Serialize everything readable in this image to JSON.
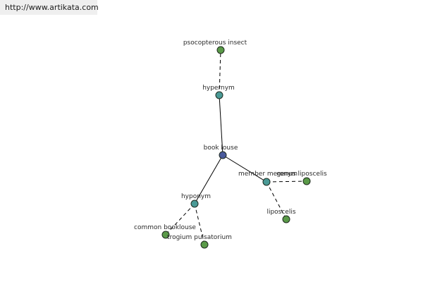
{
  "header": {
    "url": "http://www.artikata.com"
  },
  "colors": {
    "root": "#4a5a9c",
    "relation": "#4a9a96",
    "leaf": "#5a9a48"
  },
  "graph": {
    "nodes": [
      {
        "id": "book-louse",
        "label": "book louse",
        "kind": "root"
      },
      {
        "id": "hypernym",
        "label": "hypernym",
        "kind": "relation"
      },
      {
        "id": "psocopterous-insect",
        "label": "psocopterous insect",
        "kind": "leaf"
      },
      {
        "id": "member-meronym",
        "label": "member meronym",
        "kind": "relation"
      },
      {
        "id": "genus-liposcelis",
        "label": "genus liposcelis",
        "kind": "leaf"
      },
      {
        "id": "liposcelis",
        "label": "liposcelis",
        "kind": "leaf"
      },
      {
        "id": "hyponym",
        "label": "hyponym",
        "kind": "relation"
      },
      {
        "id": "common-booklouse",
        "label": "common booklouse",
        "kind": "leaf"
      },
      {
        "id": "trogium-pulsatorium",
        "label": "trogium pulsatorium",
        "kind": "leaf"
      }
    ],
    "edges": [
      {
        "from": "book-louse",
        "to": "hypernym",
        "style": "solid"
      },
      {
        "from": "hypernym",
        "to": "psocopterous-insect",
        "style": "dashed"
      },
      {
        "from": "book-louse",
        "to": "member-meronym",
        "style": "solid"
      },
      {
        "from": "member-meronym",
        "to": "genus-liposcelis",
        "style": "dashed"
      },
      {
        "from": "member-meronym",
        "to": "liposcelis",
        "style": "dashed"
      },
      {
        "from": "book-louse",
        "to": "hyponym",
        "style": "solid"
      },
      {
        "from": "hyponym",
        "to": "common-booklouse",
        "style": "dashed"
      },
      {
        "from": "hyponym",
        "to": "trogium-pulsatorium",
        "style": "dashed"
      }
    ]
  }
}
